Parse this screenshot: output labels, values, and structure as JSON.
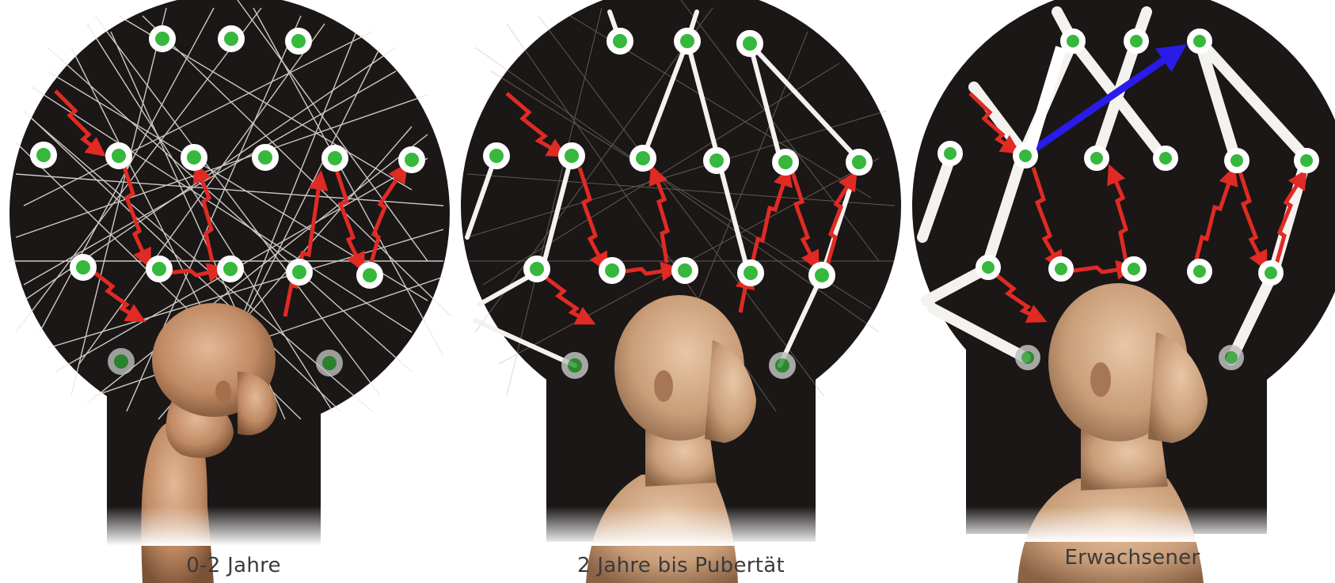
{
  "panels": [
    {
      "caption": "0-2 Jahre",
      "stage": "infant"
    },
    {
      "caption": "2 Jahre bis Pubertät",
      "stage": "child"
    },
    {
      "caption": "Erwachsener",
      "stage": "adult"
    }
  ],
  "colors": {
    "background": "#1a1716",
    "connection": "#f4f2ee",
    "node_ring": "#ffffff",
    "node_core": "#35b83b",
    "signal": "#e02a24",
    "highlight_arrow": "#2a1be8",
    "skin": "#c79a76"
  }
}
